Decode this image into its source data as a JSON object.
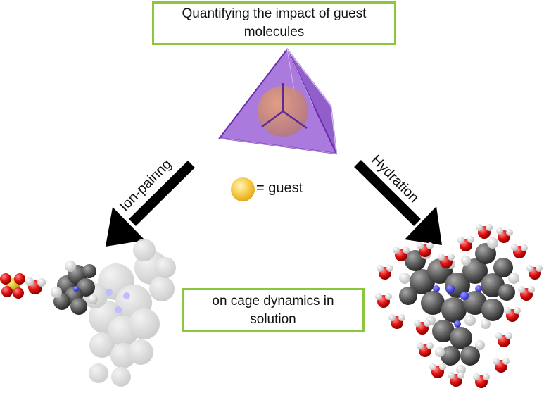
{
  "title_box": {
    "text": "Quantifying the impact of guest molecules"
  },
  "subtitle_box": {
    "text": "on cage dynamics in solution"
  },
  "arrows": {
    "left_label": "Ion-pairing",
    "right_label": "Hydration"
  },
  "legend": {
    "text": "= guest"
  },
  "colors": {
    "box_border": "#8cc63f",
    "cage": "#8a4fc8",
    "guest": "#f6c945",
    "arrow": "#000000",
    "oxygen": "#e01010",
    "sulfur": "#d4b800",
    "carbon": "#5a5a5a",
    "hydrogen": "#e8e8e8",
    "nitrogen": "#3b3bff"
  }
}
